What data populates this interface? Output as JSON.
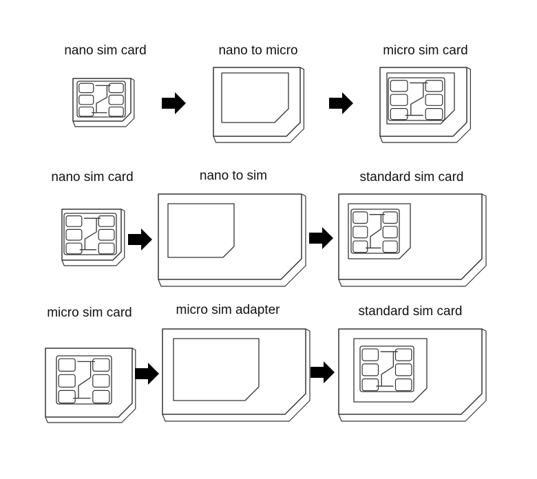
{
  "rows": [
    {
      "from_label": "nano sim card",
      "adapter_label": "nano to micro",
      "result_label": "micro sim card"
    },
    {
      "from_label": "nano sim card",
      "adapter_label": "nano to sim",
      "result_label": "standard sim card"
    },
    {
      "from_label": "micro sim card",
      "adapter_label": "micro sim adapter",
      "result_label": "standard sim card"
    }
  ],
  "colors": {
    "outline": "#333333",
    "arrow": "#000000",
    "background": "#ffffff"
  },
  "icons": [
    "sim-card-icon",
    "sim-adapter-icon",
    "arrow-right-icon"
  ]
}
